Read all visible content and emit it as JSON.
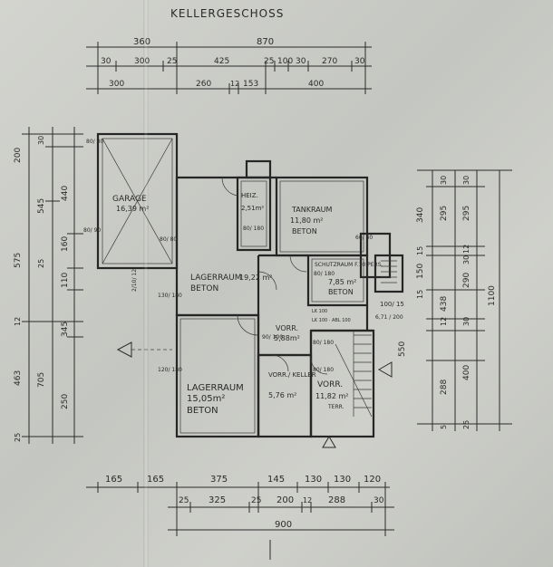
{
  "title": "KELLERGESCHOSS",
  "dims_top": {
    "row1": [
      "360",
      "870"
    ],
    "row2": [
      "30",
      "300",
      "25",
      "425",
      "25",
      "100",
      "30",
      "270",
      "30"
    ],
    "row3": [
      "300",
      "260",
      "12",
      "153",
      "400"
    ]
  },
  "dims_left": {
    "outer": [
      "575",
      "12",
      "463",
      "25"
    ],
    "mid": [
      "200",
      "545",
      "705"
    ],
    "inner": [
      "30",
      "440",
      "160",
      "25",
      "110",
      "345",
      "250"
    ]
  },
  "dims_right": {
    "outer": [
      "340",
      "550",
      "1100"
    ],
    "mid": [
      "30",
      "295",
      "15",
      "150",
      "15",
      "438",
      "12",
      "288",
      "5"
    ],
    "inner": [
      "30",
      "295",
      "12",
      "30",
      "290",
      "30",
      "400",
      "25"
    ]
  },
  "dims_bottom": {
    "row1": [
      "165",
      "165",
      "375",
      "145",
      "130",
      "130",
      "120"
    ],
    "row2": [
      "25",
      "325",
      "25",
      "200",
      "12",
      "288",
      "30"
    ],
    "row3": [
      "900"
    ]
  },
  "rooms": {
    "garage": {
      "name": "GARAGE",
      "area": "16,39 m²"
    },
    "heiz": {
      "name": "HEIZ.",
      "area": "2,51m²"
    },
    "tank": {
      "name": "TANKRAUM",
      "area": "11,80 m²",
      "material": "BETON"
    },
    "schutz": {
      "name": "SCHUTZRAUM F.10 PERS.",
      "area": "7,85 m²",
      "material": "BETON"
    },
    "lager1": {
      "name": "LAGERRAUM",
      "area": "19,22 m²",
      "material": "BETON"
    },
    "vorr1": {
      "name": "VORR.",
      "area": "5,88m²"
    },
    "lager2": {
      "name": "LAGERRAUM",
      "area": "15,05m²",
      "material": "BETON"
    },
    "vorrkeller": {
      "name": "VORR./ KELLER",
      "area": "5,76 m²"
    },
    "vorr2": {
      "name": "VORR.",
      "area": "11,82 m²",
      "material": "TERR."
    }
  },
  "openings": {
    "garage_top": "80/ 30",
    "garage_side": "80/ 90",
    "lager1_left": "80/ 80",
    "lager1_bottom": "2/10/ 12",
    "heiz_door": "80/ 180",
    "tank_door": "60/ 40",
    "schutz_door": "80/ 180",
    "lager1_door": "130/ 180",
    "vorr_door": "90/ 100",
    "vorr_door2": "80/ 180",
    "lager2_door": "120/ 180",
    "keller_door": "80/ 180",
    "stair": "100/ 15",
    "note1": "LK 100",
    "note2": "LK 100 · ABL 100",
    "note3": "6,71 / 200"
  },
  "colors": {
    "paper": "#cfd0cb",
    "ink": "#2b2b2b"
  }
}
